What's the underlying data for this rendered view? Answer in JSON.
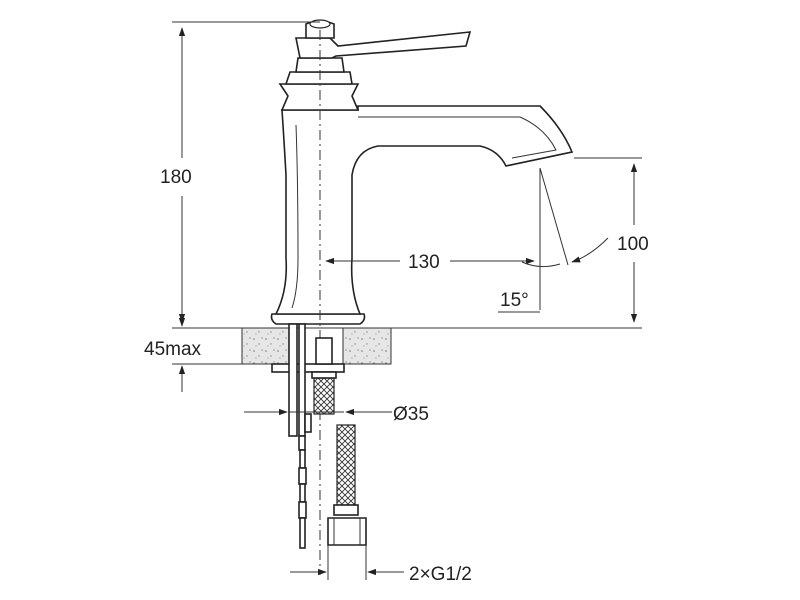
{
  "dimensions": {
    "height_total": "180",
    "spout_height": "100",
    "spout_reach": "130",
    "spray_angle": "15°",
    "deck_thickness": "45max",
    "hole_diameter": "Ø35",
    "connection": "2×G1/2"
  }
}
